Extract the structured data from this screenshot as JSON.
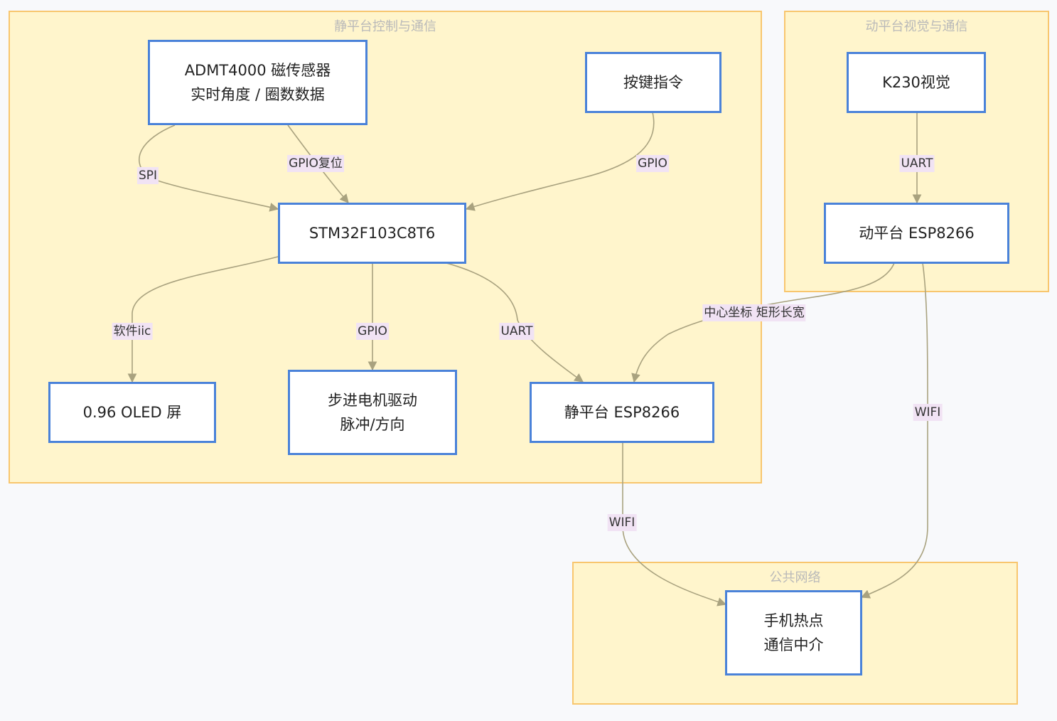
{
  "clusters": {
    "static_platform": "静平台控制与通信",
    "moving_platform": "动平台视觉与通信",
    "public_network": "公共网络"
  },
  "nodes": {
    "admt_line1": "ADMT4000 磁传感器",
    "admt_line2": "实时角度 / 圈数数据",
    "key_cmd": "按键指令",
    "stm32": "STM32F103C8T6",
    "oled": "0.96 OLED 屏",
    "stepper_line1": "步进电机驱动",
    "stepper_line2": "脉冲/方向",
    "static_esp": "静平台 ESP8266",
    "k230": "K230视觉",
    "moving_esp": "动平台 ESP8266",
    "hotspot_line1": "手机热点",
    "hotspot_line2": "通信中介"
  },
  "edge_labels": {
    "spi": "SPI",
    "gpio_reset": "GPIO复位",
    "gpio_key": "GPIO",
    "soft_iic": "软件iic",
    "gpio_stepper": "GPIO",
    "uart_stm": "UART",
    "uart_k230": "UART",
    "center_rect": "中心坐标 矩形长宽",
    "wifi_moving": "WIFI",
    "wifi_static": "WIFI"
  },
  "colors": {
    "cluster_fill": "#fff5cc",
    "cluster_border": "#f8c66e",
    "node_border": "#4a82d9",
    "edge": "#a9a27f",
    "label_bg": "#f1e3f4"
  }
}
